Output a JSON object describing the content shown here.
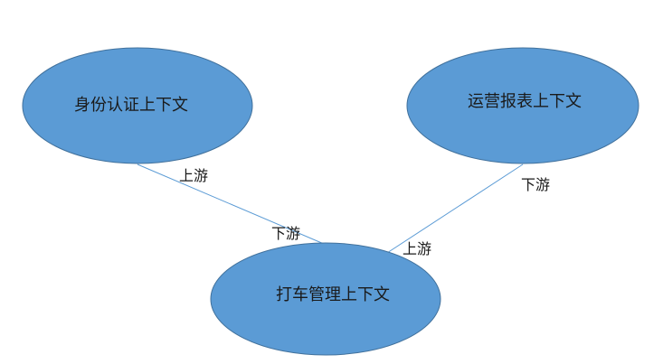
{
  "nodes": {
    "identity": {
      "label": "身份认证上下文"
    },
    "report": {
      "label": "运营报表上下文"
    },
    "taxi": {
      "label": "打车管理上下文"
    }
  },
  "edges": {
    "identity_taxi": {
      "upstream_label": "上游",
      "downstream_label": "下游"
    },
    "report_taxi": {
      "upstream_label": "上游",
      "downstream_label": "下游"
    }
  },
  "colors": {
    "node_fill": "#5b9bd5",
    "node_stroke": "#41719c",
    "edge": "#5b9bd5",
    "text": "#1a1a1a"
  }
}
